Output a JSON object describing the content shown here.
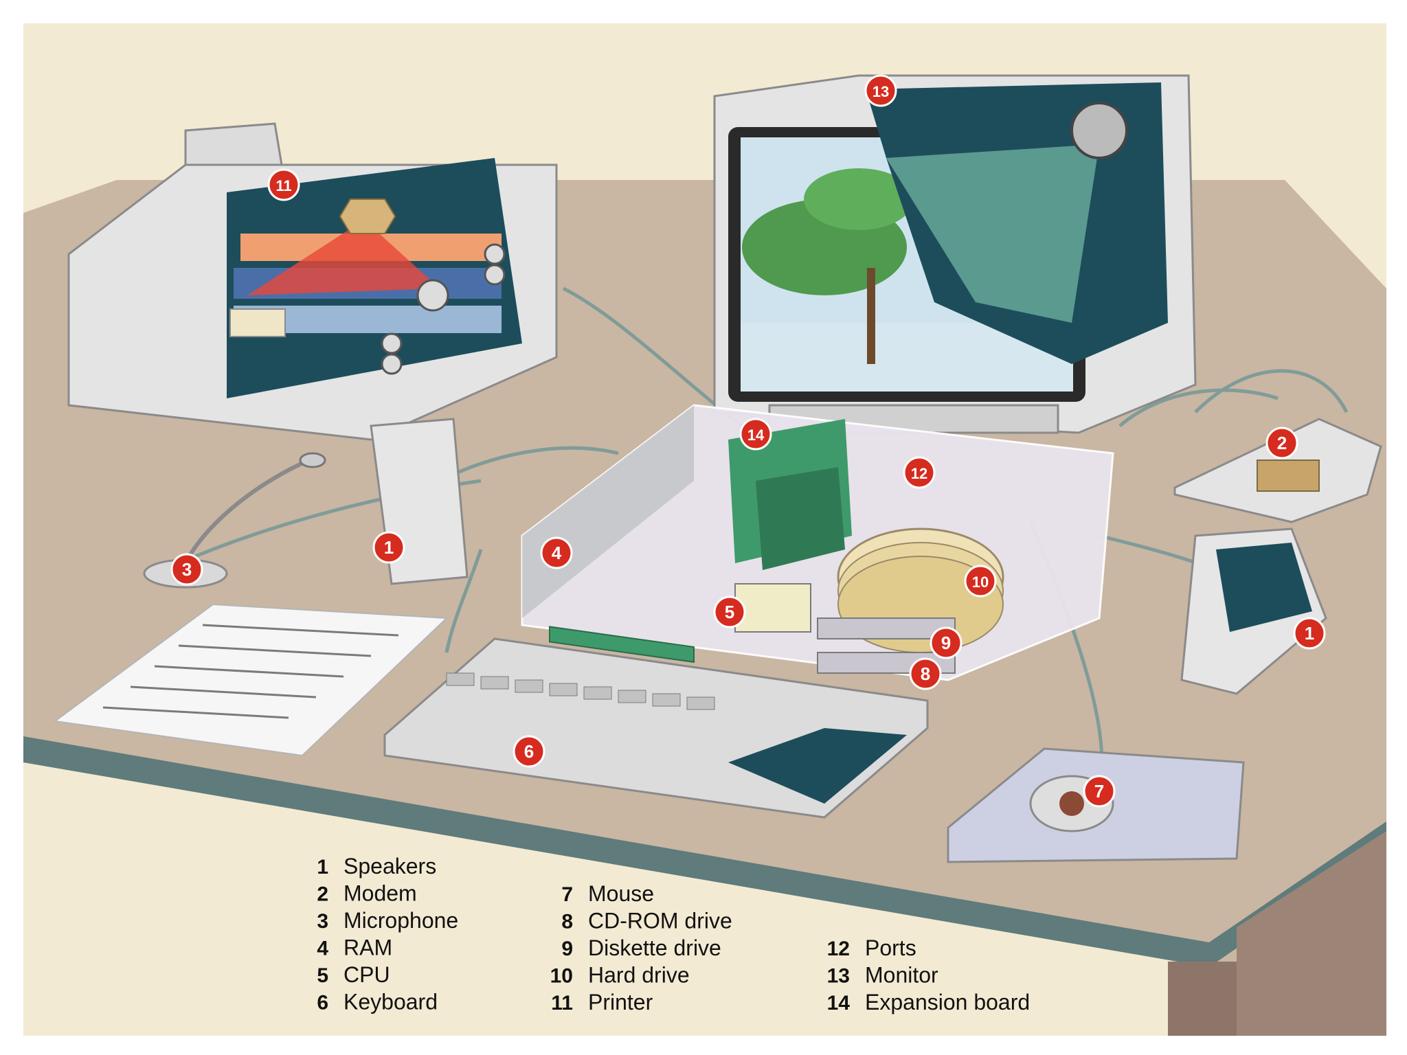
{
  "colors": {
    "wall": "#f3ead3",
    "desk_top": "#c9b6a3",
    "desk_edge": "#5f7b7b",
    "desk_leg": "#8e7569",
    "badge": "#d62b1f",
    "device_gray": "#e4e4e4",
    "device_dark": "#1d4d5b",
    "board_green": "#3e9a6a",
    "cable": "#7f9c98"
  },
  "callouts": [
    {
      "id": "11",
      "part": "printer"
    },
    {
      "id": "13",
      "part": "monitor"
    },
    {
      "id": "14",
      "part": "expansion-board"
    },
    {
      "id": "12",
      "part": "ports"
    },
    {
      "id": "2",
      "part": "modem"
    },
    {
      "id": "1",
      "part": "speaker-left"
    },
    {
      "id": "1",
      "part": "speaker-right"
    },
    {
      "id": "3",
      "part": "microphone"
    },
    {
      "id": "4",
      "part": "ram"
    },
    {
      "id": "5",
      "part": "cpu"
    },
    {
      "id": "10",
      "part": "hard-drive"
    },
    {
      "id": "9",
      "part": "diskette-drive"
    },
    {
      "id": "8",
      "part": "cd-rom-drive"
    },
    {
      "id": "6",
      "part": "keyboard"
    },
    {
      "id": "7",
      "part": "mouse"
    }
  ],
  "legend": {
    "col1": [
      {
        "num": "1",
        "label": "Speakers"
      },
      {
        "num": "2",
        "label": "Modem"
      },
      {
        "num": "3",
        "label": "Microphone"
      },
      {
        "num": "4",
        "label": "RAM"
      },
      {
        "num": "5",
        "label": "CPU"
      },
      {
        "num": "6",
        "label": "Keyboard"
      }
    ],
    "col2": [
      {
        "num": "7",
        "label": "Mouse"
      },
      {
        "num": "8",
        "label": "CD-ROM drive"
      },
      {
        "num": "9",
        "label": "Diskette drive"
      },
      {
        "num": "10",
        "label": "Hard drive"
      },
      {
        "num": "11",
        "label": "Printer"
      }
    ],
    "col3": [
      {
        "num": "12",
        "label": "Ports"
      },
      {
        "num": "13",
        "label": "Monitor"
      },
      {
        "num": "14",
        "label": "Expansion board"
      }
    ]
  }
}
